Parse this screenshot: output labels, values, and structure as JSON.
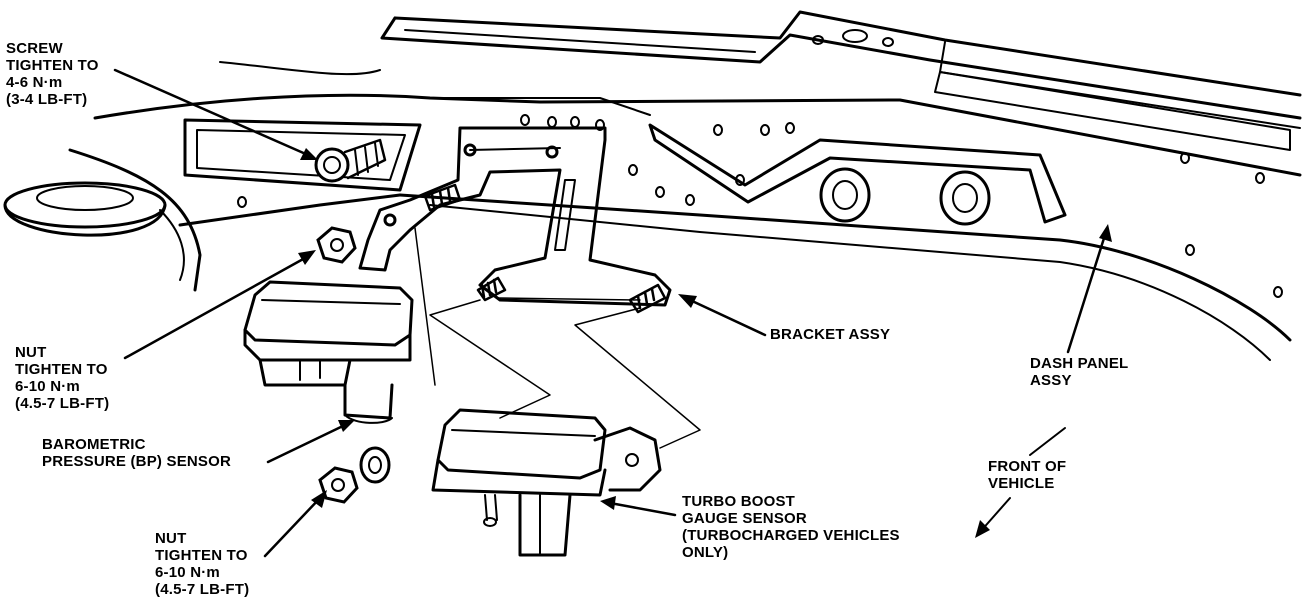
{
  "labels": {
    "screw": [
      "SCREW",
      "TIGHTEN TO",
      "4-6 N·m",
      "(3-4 LB-FT)"
    ],
    "nut_upper": [
      "NUT",
      "TIGHTEN TO",
      "6-10 N·m",
      "(4.5-7 LB-FT)"
    ],
    "bp_sensor": [
      "BAROMETRIC",
      "PRESSURE (BP) SENSOR"
    ],
    "nut_lower": [
      "NUT",
      "TIGHTEN TO",
      "6-10 N·m",
      "(4.5-7 LB-FT)"
    ],
    "bracket": [
      "BRACKET ASSY"
    ],
    "dash_panel": [
      "DASH PANEL",
      "ASSY"
    ],
    "front": [
      "FRONT OF",
      "VEHICLE"
    ],
    "turbo_sensor": [
      "TURBO BOOST",
      "GAUGE SENSOR",
      "(TURBOCHARGED VEHICLES",
      "ONLY)"
    ]
  },
  "colors": {
    "ink": "#000000",
    "paper": "#ffffff"
  }
}
